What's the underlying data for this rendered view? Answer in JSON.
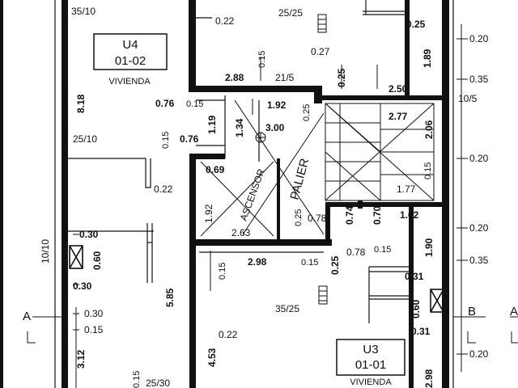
{
  "units": [
    {
      "name": "U4",
      "code": "01-02",
      "use": "VIVIENDA"
    },
    {
      "name": "U3",
      "code": "01-01",
      "use": "VIVIENDA"
    }
  ],
  "rooms": {
    "elevator": "ASCENSOR",
    "landing": "PALIER"
  },
  "section_markers": {
    "left": "A",
    "right": "B",
    "far_right": "A"
  },
  "measurements": {
    "m_35_10": "35/10",
    "m_022_top": "0.22",
    "m_25_25": "25/25",
    "m_025_tr": "0.25",
    "m_020_r1": "0.20",
    "m_015_a": "0.15",
    "m_027": "0.27",
    "m_189": "1.89",
    "m_288": "2.88",
    "m_21_5": "21/5",
    "m_025_b": "0.25",
    "m_250": "2.50",
    "m_035_r": "0.35",
    "m_10_5": "10/5",
    "m_076_a": "0.76",
    "m_015_b": "0.15",
    "m_119": "1.19",
    "m_192_top": "1.92",
    "m_025_c": "0.25",
    "m_818": "8.18",
    "m_277": "2.77",
    "m_134": "1.34",
    "m_300": "3.00",
    "m_206": "2.06",
    "m_25_10": "25/10",
    "m_015_c": "0.15",
    "m_076_b": "0.76",
    "m_020_r2": "0.20",
    "m_022_mid": "0.22",
    "m_069": "0.69",
    "m_015_d": "0.15",
    "m_177": "1.77",
    "m_192_side": "1.92",
    "m_025_d": "0.25",
    "m_078_a": "0.78",
    "m_074": "0.74",
    "m_070": "0.70",
    "m_162": "1.62",
    "m_020_r3": "0.20",
    "m_10_10": "10/10",
    "m_030_a": "0.30",
    "m_263": "2.63",
    "m_060_a": "0.60",
    "m_298_a": "2.98",
    "m_015_e": "0.15",
    "m_025_e": "0.25",
    "m_078_b": "0.78",
    "m_015_f": "0.15",
    "m_190": "1.90",
    "m_035_r2": "0.35",
    "m_030_b": "0.30",
    "m_015_g": "0.15",
    "m_031_a": "0.31",
    "m_585": "5.85",
    "m_35_25": "35/25",
    "m_060_b": "0.60",
    "m_030_c": "0.30",
    "m_015_h": "0.15",
    "m_031_b": "0.31",
    "m_312": "3.12",
    "m_022_low": "0.22",
    "m_453": "4.53",
    "m_020_r4": "0.20",
    "m_015_i": "0.15",
    "m_25_30": "25/30",
    "m_298_b": "2.98"
  }
}
